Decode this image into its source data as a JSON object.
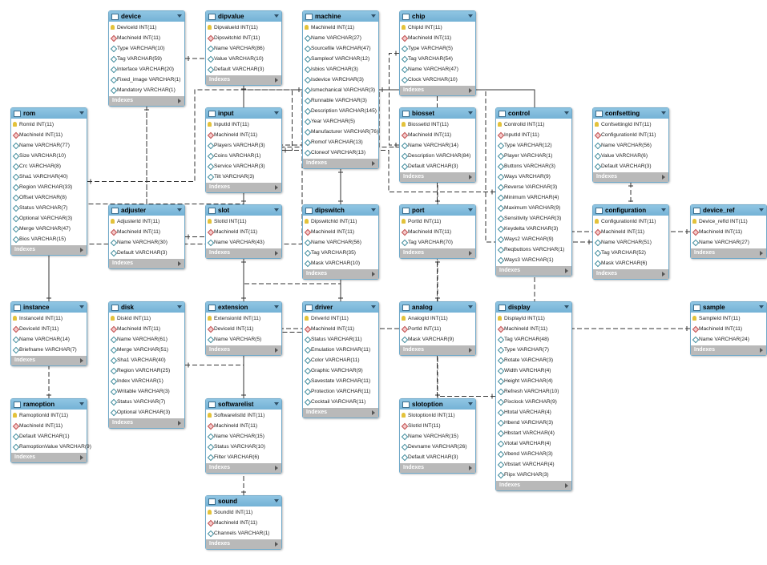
{
  "diagram": {
    "tables": [
      {
        "id": "device",
        "name": "device",
        "columns": [
          {
            "text": "DeviceId INT(11)",
            "key": "pk"
          },
          {
            "text": "MachineId INT(11)",
            "key": "fk"
          },
          {
            "text": "Type VARCHAR(10)",
            "key": "nn"
          },
          {
            "text": "Tag VARCHAR(59)",
            "key": "nn"
          },
          {
            "text": "Interface VARCHAR(20)",
            "key": "nn"
          },
          {
            "text": "Fixed_image VARCHAR(1)",
            "key": "nn"
          },
          {
            "text": "Mandatory VARCHAR(1)",
            "key": "nn"
          }
        ]
      },
      {
        "id": "dipvalue",
        "name": "dipvalue",
        "columns": [
          {
            "text": "DipvalueId INT(11)",
            "key": "pk"
          },
          {
            "text": "DipswitchId INT(11)",
            "key": "fk"
          },
          {
            "text": "Name VARCHAR(86)",
            "key": "nn"
          },
          {
            "text": "Value VARCHAR(10)",
            "key": "nn"
          },
          {
            "text": "Default VARCHAR(3)",
            "key": "nn"
          }
        ]
      },
      {
        "id": "machine",
        "name": "machine",
        "columns": [
          {
            "text": "MachineId INT(11)",
            "key": "pk"
          },
          {
            "text": "Name VARCHAR(27)",
            "key": "nn"
          },
          {
            "text": "Sourcefile VARCHAR(47)",
            "key": "nn"
          },
          {
            "text": "Sampleof VARCHAR(12)",
            "key": "nn"
          },
          {
            "text": "Isbios VARCHAR(3)",
            "key": "nn"
          },
          {
            "text": "Isdevice VARCHAR(3)",
            "key": "nn"
          },
          {
            "text": "Ismechanical VARCHAR(3)",
            "key": "nn"
          },
          {
            "text": "Runnable VARCHAR(3)",
            "key": "nn"
          },
          {
            "text": "Description VARCHAR(145)",
            "key": "nn"
          },
          {
            "text": "Year VARCHAR(5)",
            "key": "nn"
          },
          {
            "text": "Manufacturer VARCHAR(76)",
            "key": "nn"
          },
          {
            "text": "Romof VARCHAR(13)",
            "key": "nn"
          },
          {
            "text": "Cloneof VARCHAR(13)",
            "key": "nn"
          }
        ]
      },
      {
        "id": "chip",
        "name": "chip",
        "columns": [
          {
            "text": "ChipId INT(11)",
            "key": "pk"
          },
          {
            "text": "MachineId INT(11)",
            "key": "fk"
          },
          {
            "text": "Type VARCHAR(5)",
            "key": "nn"
          },
          {
            "text": "Tag VARCHAR(54)",
            "key": "nn"
          },
          {
            "text": "Name VARCHAR(47)",
            "key": "nn"
          },
          {
            "text": "Clock VARCHAR(10)",
            "key": "nn"
          }
        ]
      },
      {
        "id": "rom",
        "name": "rom",
        "columns": [
          {
            "text": "RomId INT(11)",
            "key": "pk"
          },
          {
            "text": "MachineId INT(11)",
            "key": "fk"
          },
          {
            "text": "Name VARCHAR(77)",
            "key": "nn"
          },
          {
            "text": "Size VARCHAR(10)",
            "key": "nn"
          },
          {
            "text": "Crc VARCHAR(8)",
            "key": "nn"
          },
          {
            "text": "Sha1 VARCHAR(40)",
            "key": "nn"
          },
          {
            "text": "Region VARCHAR(33)",
            "key": "nn"
          },
          {
            "text": "Offset VARCHAR(8)",
            "key": "nn"
          },
          {
            "text": "Status VARCHAR(7)",
            "key": "nn"
          },
          {
            "text": "Optional VARCHAR(3)",
            "key": "nn"
          },
          {
            "text": "Merge VARCHAR(47)",
            "key": "nn"
          },
          {
            "text": "Bios VARCHAR(15)",
            "key": "nn"
          }
        ]
      },
      {
        "id": "input",
        "name": "input",
        "columns": [
          {
            "text": "InputId INT(11)",
            "key": "pk"
          },
          {
            "text": "MachineId INT(11)",
            "key": "fk"
          },
          {
            "text": "Players VARCHAR(3)",
            "key": "nn"
          },
          {
            "text": "Coins VARCHAR(1)",
            "key": "nn"
          },
          {
            "text": "Service VARCHAR(3)",
            "key": "nn"
          },
          {
            "text": "Tilt VARCHAR(3)",
            "key": "nn"
          }
        ]
      },
      {
        "id": "biosset",
        "name": "biosset",
        "columns": [
          {
            "text": "BiossetId INT(11)",
            "key": "pk"
          },
          {
            "text": "MachineId INT(11)",
            "key": "fk"
          },
          {
            "text": "Name VARCHAR(14)",
            "key": "nn"
          },
          {
            "text": "Description VARCHAR(84)",
            "key": "nn"
          },
          {
            "text": "Default VARCHAR(3)",
            "key": "nn"
          }
        ]
      },
      {
        "id": "control",
        "name": "control",
        "columns": [
          {
            "text": "ControlId INT(11)",
            "key": "pk"
          },
          {
            "text": "InputId INT(11)",
            "key": "fk"
          },
          {
            "text": "Type VARCHAR(12)",
            "key": "nn"
          },
          {
            "text": "Player VARCHAR(1)",
            "key": "nn"
          },
          {
            "text": "Buttons VARCHAR(3)",
            "key": "nn"
          },
          {
            "text": "Ways VARCHAR(9)",
            "key": "nn"
          },
          {
            "text": "Reverse VARCHAR(3)",
            "key": "nn"
          },
          {
            "text": "Minimum VARCHAR(4)",
            "key": "nn"
          },
          {
            "text": "Maximum VARCHAR(9)",
            "key": "nn"
          },
          {
            "text": "Sensitivity VARCHAR(3)",
            "key": "nn"
          },
          {
            "text": "Keydelta VARCHAR(3)",
            "key": "nn"
          },
          {
            "text": "Ways2 VARCHAR(9)",
            "key": "nn"
          },
          {
            "text": "Reqbuttons VARCHAR(1)",
            "key": "nn"
          },
          {
            "text": "Ways3 VARCHAR(1)",
            "key": "nn"
          }
        ]
      },
      {
        "id": "confsetting",
        "name": "confsetting",
        "columns": [
          {
            "text": "ConfsettingId INT(11)",
            "key": "pk"
          },
          {
            "text": "ConfigurationId INT(11)",
            "key": "fk"
          },
          {
            "text": "Name VARCHAR(56)",
            "key": "nn"
          },
          {
            "text": "Value VARCHAR(6)",
            "key": "nn"
          },
          {
            "text": "Default VARCHAR(3)",
            "key": "nn"
          }
        ]
      },
      {
        "id": "adjuster",
        "name": "adjuster",
        "columns": [
          {
            "text": "AdjusterId INT(11)",
            "key": "pk"
          },
          {
            "text": "MachineId INT(11)",
            "key": "fk"
          },
          {
            "text": "Name VARCHAR(30)",
            "key": "nn"
          },
          {
            "text": "Default VARCHAR(3)",
            "key": "nn"
          }
        ]
      },
      {
        "id": "slot",
        "name": "slot",
        "columns": [
          {
            "text": "SlotId INT(11)",
            "key": "pk"
          },
          {
            "text": "MachineId INT(11)",
            "key": "fk"
          },
          {
            "text": "Name VARCHAR(43)",
            "key": "nn"
          }
        ]
      },
      {
        "id": "dipswitch",
        "name": "dipswitch",
        "columns": [
          {
            "text": "DipswitchId INT(11)",
            "key": "pk"
          },
          {
            "text": "MachineId INT(11)",
            "key": "fk"
          },
          {
            "text": "Name VARCHAR(56)",
            "key": "nn"
          },
          {
            "text": "Tag VARCHAR(35)",
            "key": "nn"
          },
          {
            "text": "Mask VARCHAR(10)",
            "key": "nn"
          }
        ]
      },
      {
        "id": "port",
        "name": "port",
        "columns": [
          {
            "text": "PortId INT(11)",
            "key": "pk"
          },
          {
            "text": "MachineId INT(11)",
            "key": "fk"
          },
          {
            "text": "Tag VARCHAR(70)",
            "key": "nn"
          }
        ]
      },
      {
        "id": "configuration",
        "name": "configuration",
        "columns": [
          {
            "text": "ConfigurationId INT(11)",
            "key": "pk"
          },
          {
            "text": "MachineId INT(11)",
            "key": "fk"
          },
          {
            "text": "Name VARCHAR(51)",
            "key": "nn"
          },
          {
            "text": "Tag VARCHAR(52)",
            "key": "nn"
          },
          {
            "text": "Mask VARCHAR(6)",
            "key": "nn"
          }
        ]
      },
      {
        "id": "device_ref",
        "name": "device_ref",
        "columns": [
          {
            "text": "Device_refId INT(11)",
            "key": "pk"
          },
          {
            "text": "MachineId INT(11)",
            "key": "fk"
          },
          {
            "text": "Name VARCHAR(27)",
            "key": "nn"
          }
        ]
      },
      {
        "id": "instance",
        "name": "instance",
        "columns": [
          {
            "text": "InstanceId INT(11)",
            "key": "pk"
          },
          {
            "text": "DeviceId INT(11)",
            "key": "fk"
          },
          {
            "text": "Name VARCHAR(14)",
            "key": "nn"
          },
          {
            "text": "Briefname VARCHAR(7)",
            "key": "nn"
          }
        ]
      },
      {
        "id": "disk",
        "name": "disk",
        "columns": [
          {
            "text": "DiskId INT(11)",
            "key": "pk"
          },
          {
            "text": "MachineId INT(11)",
            "key": "fk"
          },
          {
            "text": "Name VARCHAR(61)",
            "key": "nn"
          },
          {
            "text": "Merge VARCHAR(51)",
            "key": "nn"
          },
          {
            "text": "Sha1 VARCHAR(40)",
            "key": "nn"
          },
          {
            "text": "Region VARCHAR(25)",
            "key": "nn"
          },
          {
            "text": "Index VARCHAR(1)",
            "key": "nn"
          },
          {
            "text": "Writable VARCHAR(3)",
            "key": "nn"
          },
          {
            "text": "Status VARCHAR(7)",
            "key": "nn"
          },
          {
            "text": "Optional VARCHAR(3)",
            "key": "nn"
          }
        ]
      },
      {
        "id": "extension",
        "name": "extension",
        "columns": [
          {
            "text": "ExtensionId INT(11)",
            "key": "pk"
          },
          {
            "text": "DeviceId INT(11)",
            "key": "fk"
          },
          {
            "text": "Name VARCHAR(5)",
            "key": "nn"
          }
        ]
      },
      {
        "id": "driver",
        "name": "driver",
        "columns": [
          {
            "text": "DriverId INT(11)",
            "key": "pk"
          },
          {
            "text": "MachineId INT(11)",
            "key": "fk"
          },
          {
            "text": "Status VARCHAR(11)",
            "key": "nn"
          },
          {
            "text": "Emulation VARCHAR(11)",
            "key": "nn"
          },
          {
            "text": "Color VARCHAR(11)",
            "key": "nn"
          },
          {
            "text": "Graphic VARCHAR(9)",
            "key": "nn"
          },
          {
            "text": "Savestate VARCHAR(11)",
            "key": "nn"
          },
          {
            "text": "Protection VARCHAR(11)",
            "key": "nn"
          },
          {
            "text": "Cocktail VARCHAR(11)",
            "key": "nn"
          }
        ]
      },
      {
        "id": "analog",
        "name": "analog",
        "columns": [
          {
            "text": "AnalogId INT(11)",
            "key": "pk"
          },
          {
            "text": "PortId INT(11)",
            "key": "fk"
          },
          {
            "text": "Mask VARCHAR(9)",
            "key": "nn"
          }
        ]
      },
      {
        "id": "display",
        "name": "display",
        "columns": [
          {
            "text": "DisplayId INT(11)",
            "key": "pk"
          },
          {
            "text": "MachineId INT(11)",
            "key": "fk"
          },
          {
            "text": "Tag VARCHAR(48)",
            "key": "nn"
          },
          {
            "text": "Type VARCHAR(7)",
            "key": "nn"
          },
          {
            "text": "Rotate VARCHAR(3)",
            "key": "nn"
          },
          {
            "text": "Width VARCHAR(4)",
            "key": "nn"
          },
          {
            "text": "Height VARCHAR(4)",
            "key": "nn"
          },
          {
            "text": "Refresh VARCHAR(10)",
            "key": "nn"
          },
          {
            "text": "Pixclock VARCHAR(9)",
            "key": "nn"
          },
          {
            "text": "Htotal VARCHAR(4)",
            "key": "nn"
          },
          {
            "text": "Hbend VARCHAR(3)",
            "key": "nn"
          },
          {
            "text": "Hbstart VARCHAR(4)",
            "key": "nn"
          },
          {
            "text": "Vtotal VARCHAR(4)",
            "key": "nn"
          },
          {
            "text": "Vbend VARCHAR(3)",
            "key": "nn"
          },
          {
            "text": "Vbstart VARCHAR(4)",
            "key": "nn"
          },
          {
            "text": "Flipx VARCHAR(3)",
            "key": "nn"
          }
        ]
      },
      {
        "id": "sample",
        "name": "sample",
        "columns": [
          {
            "text": "SampleId INT(11)",
            "key": "pk"
          },
          {
            "text": "MachineId INT(11)",
            "key": "fk"
          },
          {
            "text": "Name VARCHAR(24)",
            "key": "nn"
          }
        ]
      },
      {
        "id": "ramoption",
        "name": "ramoption",
        "columns": [
          {
            "text": "RamoptionId INT(11)",
            "key": "pk"
          },
          {
            "text": "MachineId INT(11)",
            "key": "fk"
          },
          {
            "text": "Default VARCHAR(1)",
            "key": "nn"
          },
          {
            "text": "RamoptionValue VARCHAR(9)",
            "key": "nn"
          }
        ]
      },
      {
        "id": "softwarelist",
        "name": "softwarelist",
        "columns": [
          {
            "text": "SoftwarelistId INT(11)",
            "key": "pk"
          },
          {
            "text": "MachineId INT(11)",
            "key": "fk"
          },
          {
            "text": "Name VARCHAR(15)",
            "key": "nn"
          },
          {
            "text": "Status VARCHAR(10)",
            "key": "nn"
          },
          {
            "text": "Filter VARCHAR(6)",
            "key": "nn"
          }
        ]
      },
      {
        "id": "slotoption",
        "name": "slotoption",
        "columns": [
          {
            "text": "SlotoptionId INT(11)",
            "key": "pk"
          },
          {
            "text": "SlotId INT(11)",
            "key": "fk"
          },
          {
            "text": "Name VARCHAR(15)",
            "key": "nn"
          },
          {
            "text": "Devname VARCHAR(26)",
            "key": "nn"
          },
          {
            "text": "Default VARCHAR(3)",
            "key": "nn"
          }
        ]
      },
      {
        "id": "sound",
        "name": "sound",
        "columns": [
          {
            "text": "SoundId INT(11)",
            "key": "pk"
          },
          {
            "text": "MachineId INT(11)",
            "key": "fk"
          },
          {
            "text": "Channels VARCHAR(1)",
            "key": "nn"
          }
        ]
      }
    ],
    "footer_label": "Indexes",
    "relationships": [
      [
        "device",
        "machine"
      ],
      [
        "dipvalue",
        "dipswitch"
      ],
      [
        "chip",
        "machine"
      ],
      [
        "rom",
        "machine"
      ],
      [
        "input",
        "machine"
      ],
      [
        "biosset",
        "machine"
      ],
      [
        "control",
        "input"
      ],
      [
        "confsetting",
        "configuration"
      ],
      [
        "adjuster",
        "machine"
      ],
      [
        "slot",
        "machine"
      ],
      [
        "dipswitch",
        "machine"
      ],
      [
        "port",
        "machine"
      ],
      [
        "configuration",
        "machine"
      ],
      [
        "device_ref",
        "machine"
      ],
      [
        "instance",
        "device"
      ],
      [
        "disk",
        "machine"
      ],
      [
        "extension",
        "device"
      ],
      [
        "driver",
        "machine"
      ],
      [
        "analog",
        "port"
      ],
      [
        "display",
        "machine"
      ],
      [
        "sample",
        "machine"
      ],
      [
        "ramoption",
        "machine"
      ],
      [
        "softwarelist",
        "machine"
      ],
      [
        "slotoption",
        "slot"
      ],
      [
        "sound",
        "machine"
      ]
    ],
    "colors": {
      "header": "#7fbbdd",
      "border": "#6fa8c8",
      "footer": "#b9b9b9",
      "line": "#333333"
    }
  }
}
